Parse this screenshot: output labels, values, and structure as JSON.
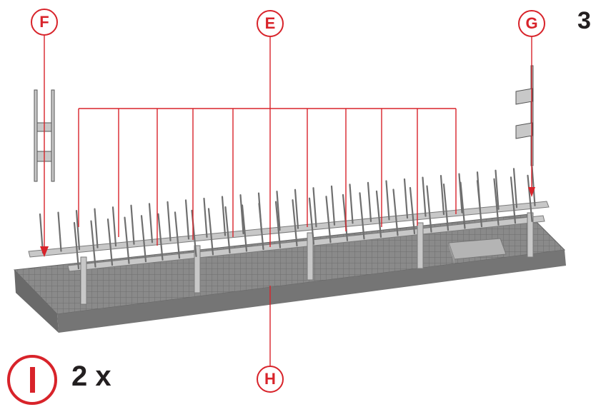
{
  "step_number": "3",
  "callouts": {
    "f": "F",
    "e": "E",
    "g": "G",
    "h": "H"
  },
  "quantity": {
    "label": "2 x",
    "part_icon": "part-i-icon"
  },
  "colors": {
    "callout_red": "#d8232a",
    "model_grey": "#a9a9a9",
    "base_grey": "#7f7f7f",
    "text_dark": "#231f20"
  }
}
